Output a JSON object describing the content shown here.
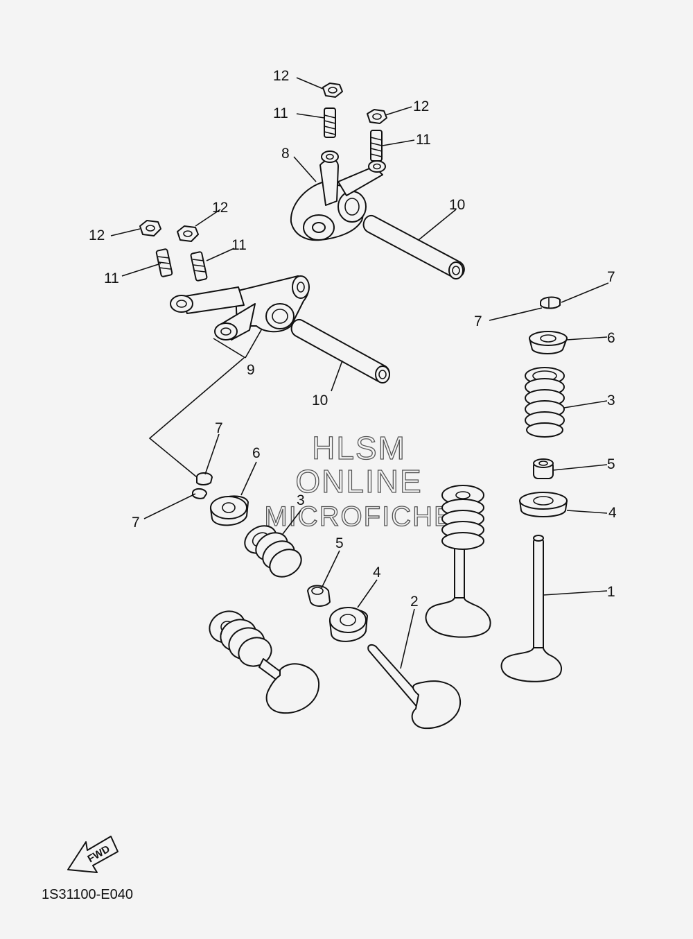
{
  "figure_id": "1S31100-E040",
  "watermark": {
    "line1": "HLSM",
    "line2": "ONLINE",
    "line3": "MICROFICHE"
  },
  "fwd_label": "FWD",
  "callouts": {
    "c1": "1",
    "c2": "2",
    "c3a": "3",
    "c3b": "3",
    "c4a": "4",
    "c4b": "4",
    "c5a": "5",
    "c5b": "5",
    "c6a": "6",
    "c6b": "6",
    "c7a": "7",
    "c7b": "7",
    "c7c": "7",
    "c7d": "7",
    "c8": "8",
    "c9": "9",
    "c10a": "10",
    "c10b": "10",
    "c11a": "11",
    "c11b": "11",
    "c11c": "11",
    "c11d": "11",
    "c12a": "12",
    "c12b": "12",
    "c12c": "12",
    "c12d": "12"
  }
}
